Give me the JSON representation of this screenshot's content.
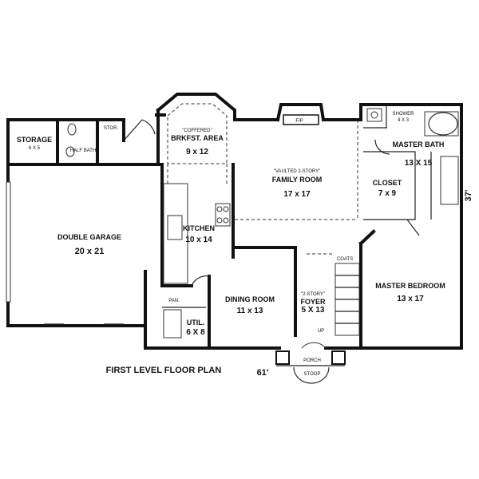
{
  "plan_title": "FIRST LEVEL FLOOR PLAN",
  "dimensions": {
    "width": "61'",
    "depth": "37'"
  },
  "rooms": {
    "storage": {
      "name": "STORAGE",
      "size": "6 X 5"
    },
    "half_bath": {
      "name": "HALF BATH"
    },
    "stor": {
      "name": "STOR."
    },
    "brkfst": {
      "note": "\"COFFERED\"",
      "name": "BRKFST. AREA",
      "size": "9 x 12"
    },
    "fireplace": {
      "name": "F/P"
    },
    "family": {
      "note": "\"VAULTED 2-STORY\"",
      "name": "FAMILY ROOM",
      "size": "17 x 17"
    },
    "shower": {
      "name": "SHOWER",
      "size": "4 X 3"
    },
    "master_bath": {
      "name": "MASTER BATH",
      "size": "13 X 15"
    },
    "closet": {
      "name": "CLOSET",
      "size": "7 x 9"
    },
    "garage": {
      "name": "DOUBLE GARAGE",
      "size": "20 x 21"
    },
    "kitchen": {
      "name": "KITCHEN",
      "size": "10 x 14"
    },
    "coats": {
      "name": "COATS"
    },
    "master_bedroom": {
      "name": "MASTER BEDROOM",
      "size": "13 x 17"
    },
    "pantry": {
      "name": "PAN."
    },
    "dining": {
      "name": "DINING ROOM",
      "size": "11 x 13"
    },
    "foyer": {
      "note": "\"2-STORY\"",
      "name": "FOYER",
      "size": "5 X 13"
    },
    "stair_up": {
      "name": "UP"
    },
    "util": {
      "name": "UTIL.",
      "size": "6 X 8"
    },
    "porch": {
      "name": "PORCH"
    },
    "stoop": {
      "name": "STOOP"
    }
  }
}
